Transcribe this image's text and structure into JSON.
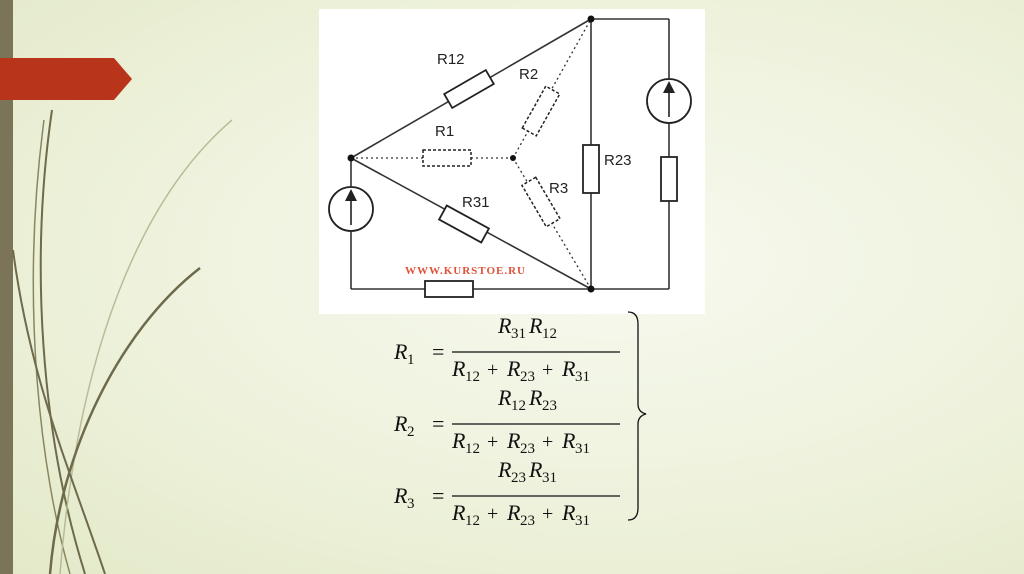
{
  "slide": {
    "colors": {
      "side_bar": "#7b7458",
      "accent_tab": "#b8341b",
      "swoosh": "#6e6a4c",
      "background": "#eef2dc"
    }
  },
  "circuit": {
    "labels": {
      "r12": "R12",
      "r2": "R2",
      "r1": "R1",
      "r23": "R23",
      "r3": "R3",
      "r31": "R31"
    },
    "watermark": "WWW.KURSTOE.RU"
  },
  "formulas": [
    {
      "lhs": "R",
      "lhs_sub": "1",
      "num": [
        [
          "R",
          "31"
        ],
        [
          "R",
          "12"
        ]
      ],
      "den": [
        [
          "R",
          "12"
        ],
        [
          "R",
          "23"
        ],
        [
          "R",
          "31"
        ]
      ]
    },
    {
      "lhs": "R",
      "lhs_sub": "2",
      "num": [
        [
          "R",
          "12"
        ],
        [
          "R",
          "23"
        ]
      ],
      "den": [
        [
          "R",
          "12"
        ],
        [
          "R",
          "23"
        ],
        [
          "R",
          "31"
        ]
      ]
    },
    {
      "lhs": "R",
      "lhs_sub": "3",
      "num": [
        [
          "R",
          "23"
        ],
        [
          "R",
          "31"
        ]
      ],
      "den": [
        [
          "R",
          "12"
        ],
        [
          "R",
          "23"
        ],
        [
          "R",
          "31"
        ]
      ]
    }
  ],
  "symbols": {
    "equals": "=",
    "plus": "+"
  }
}
